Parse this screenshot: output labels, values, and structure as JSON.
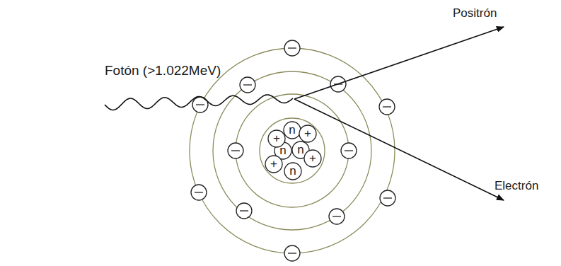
{
  "diagram": {
    "labels": [
      "Fotón (>1.022MeV)",
      "Positrón",
      "Electrón",
      "n",
      "n",
      "n",
      "n",
      "+",
      "+",
      "+",
      "+"
    ]
  }
}
